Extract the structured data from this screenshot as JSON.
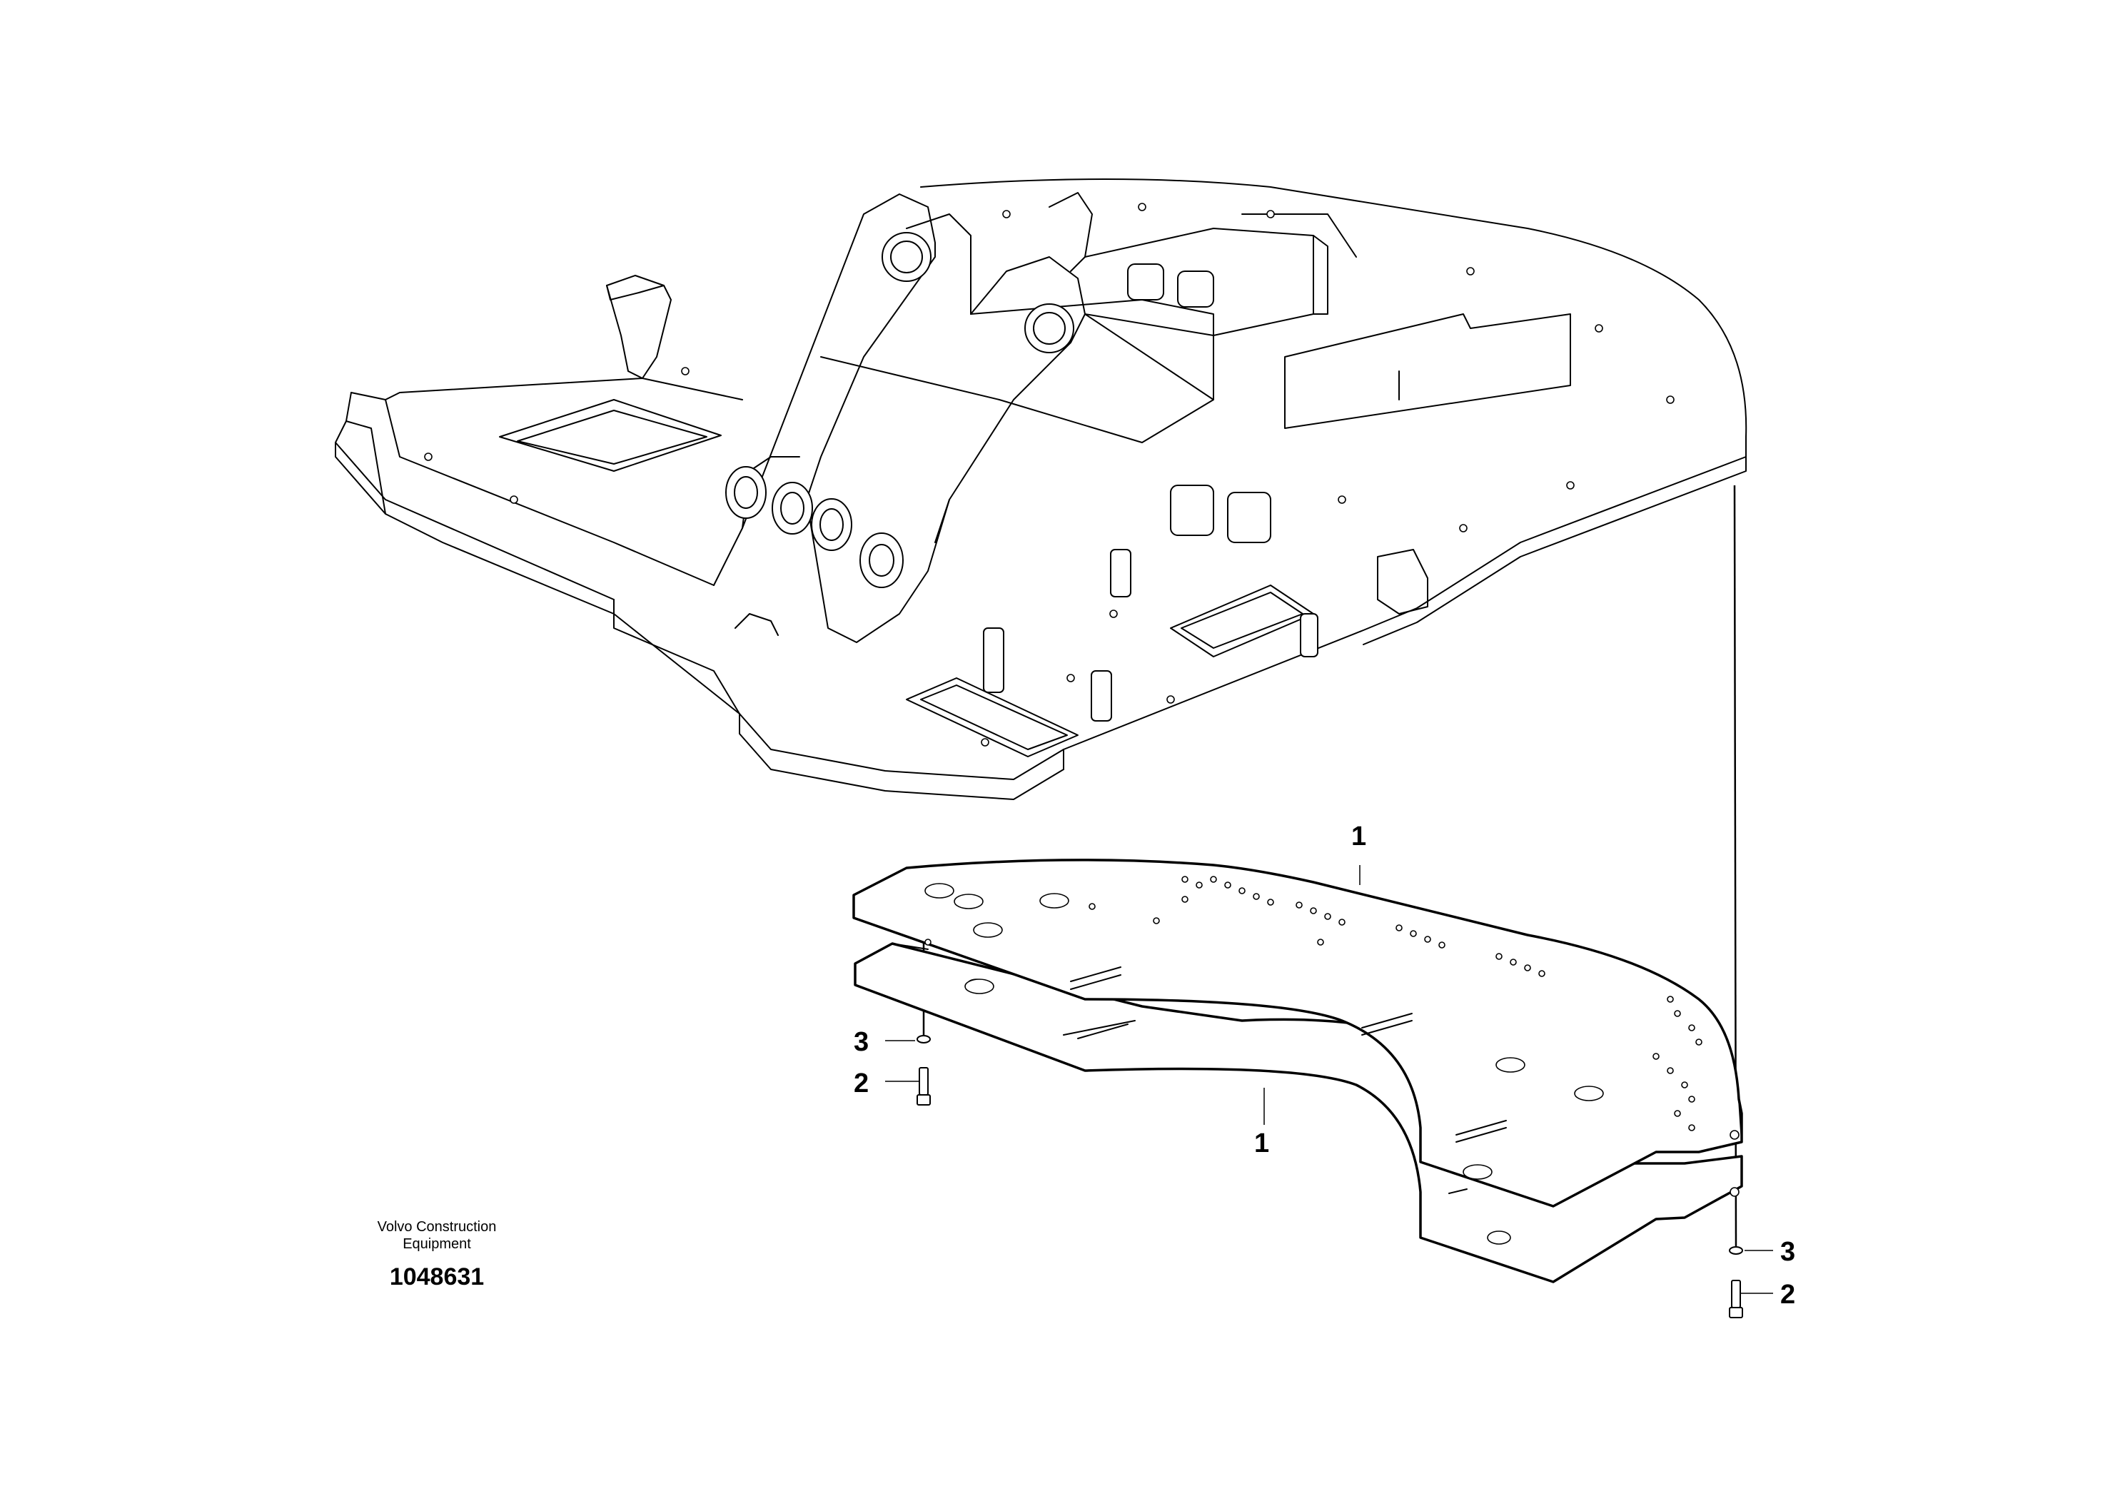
{
  "callouts": {
    "plate_upper": "1",
    "plate_lower": "1",
    "washer_left": "3",
    "bolt_left": "2",
    "washer_right": "3",
    "bolt_right": "2"
  },
  "caption": {
    "company_line1": "Volvo Construction",
    "company_line2": "Equipment",
    "document_number": "1048631"
  }
}
